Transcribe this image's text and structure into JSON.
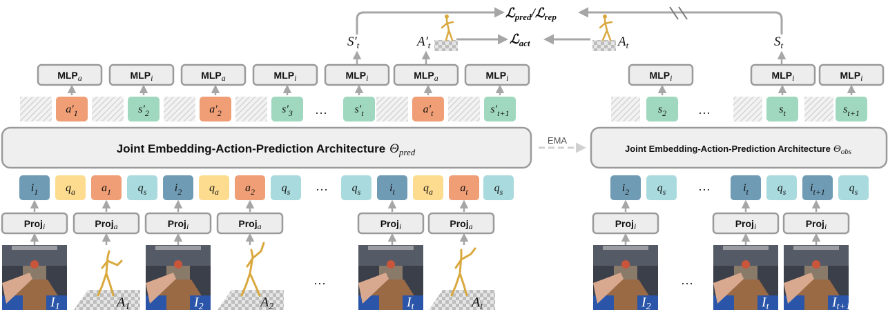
{
  "architecture": {
    "pred_label": "Joint Embedding-Action-Prediction Architecture",
    "pred_symbol": "Θ",
    "pred_sub": "pred",
    "obs_label": "Joint Embedding-Action-Prediction Architecture",
    "obs_symbol": "Θ",
    "obs_sub": "obs",
    "ema_label": "EMA"
  },
  "losses": {
    "pred_rep": {
      "a": "ℒ",
      "a_sub": "pred",
      "sep": "/",
      "b": "ℒ",
      "b_sub": "rep"
    },
    "act": {
      "a": "ℒ",
      "a_sub": "act"
    }
  },
  "heads": {
    "mlp": "MLP",
    "sub_a": "a",
    "sub_i": "i",
    "proj": "Proj"
  },
  "top_labels": {
    "s_prime_t": "S′",
    "s_prime_t_sub": "t",
    "a_prime_t": "A′",
    "a_prime_t_sub": "t",
    "a_t": "A",
    "a_t_sub": "t",
    "s_t": "S",
    "s_t_sub": "t"
  },
  "left_outputs": [
    {
      "kind": "a",
      "base": "a′",
      "sub": "1"
    },
    {
      "kind": "s",
      "base": "s′",
      "sub": "2"
    },
    {
      "kind": "a",
      "base": "a′",
      "sub": "2"
    },
    {
      "kind": "s",
      "base": "s′",
      "sub": "3"
    },
    {
      "kind": "s",
      "base": "s′",
      "sub": "t"
    },
    {
      "kind": "a",
      "base": "a′",
      "sub": "t"
    },
    {
      "kind": "s",
      "base": "s′",
      "sub": "t+1"
    }
  ],
  "right_outputs": [
    {
      "base": "s",
      "sub": "2"
    },
    {
      "base": "s",
      "sub": "t"
    },
    {
      "base": "s",
      "sub": "t+1"
    }
  ],
  "left_inputs": [
    {
      "kind": "i",
      "base": "i",
      "sub": "1"
    },
    {
      "kind": "qa",
      "base": "q",
      "sub": "a"
    },
    {
      "kind": "a",
      "base": "a",
      "sub": "1"
    },
    {
      "kind": "qs",
      "base": "q",
      "sub": "s"
    },
    {
      "kind": "i",
      "base": "i",
      "sub": "2"
    },
    {
      "kind": "qa",
      "base": "q",
      "sub": "a"
    },
    {
      "kind": "a",
      "base": "a",
      "sub": "2"
    },
    {
      "kind": "qs",
      "base": "q",
      "sub": "s"
    },
    {
      "kind": "qs",
      "base": "q",
      "sub": "s"
    },
    {
      "kind": "i",
      "base": "i",
      "sub": "t"
    },
    {
      "kind": "qa",
      "base": "q",
      "sub": "a"
    },
    {
      "kind": "a",
      "base": "a",
      "sub": "t"
    },
    {
      "kind": "qs",
      "base": "q",
      "sub": "s"
    }
  ],
  "right_inputs": [
    {
      "kind": "i",
      "base": "i",
      "sub": "2"
    },
    {
      "kind": "qs",
      "base": "q",
      "sub": "s"
    },
    {
      "kind": "i",
      "base": "i",
      "sub": "t"
    },
    {
      "kind": "qs",
      "base": "q",
      "sub": "s"
    },
    {
      "kind": "i",
      "base": "i",
      "sub": "t+1"
    },
    {
      "kind": "qs",
      "base": "q",
      "sub": "s"
    }
  ],
  "image_captions": {
    "I1": {
      "base": "I",
      "sub": "1"
    },
    "A1": {
      "base": "A",
      "sub": "1"
    },
    "I2": {
      "base": "I",
      "sub": "2"
    },
    "A2": {
      "base": "A",
      "sub": "2"
    },
    "It": {
      "base": "I",
      "sub": "t"
    },
    "At": {
      "base": "A",
      "sub": "t"
    },
    "I2r": {
      "base": "I",
      "sub": "2"
    },
    "Itr": {
      "base": "I",
      "sub": "t"
    },
    "It1r": {
      "base": "I",
      "sub": "t+1"
    }
  },
  "ellipsis": "…",
  "colors": {
    "i_token": "#6f9bb5",
    "qa_token": "#fddc8f",
    "a_token": "#ef9e75",
    "qs_token": "#a9dadd",
    "s_token": "#9fd8bf",
    "box_fill": "#ededed",
    "box_stroke": "#9a9a9a",
    "arrow": "#a6a6a6",
    "skeleton": "#d9a83e"
  }
}
